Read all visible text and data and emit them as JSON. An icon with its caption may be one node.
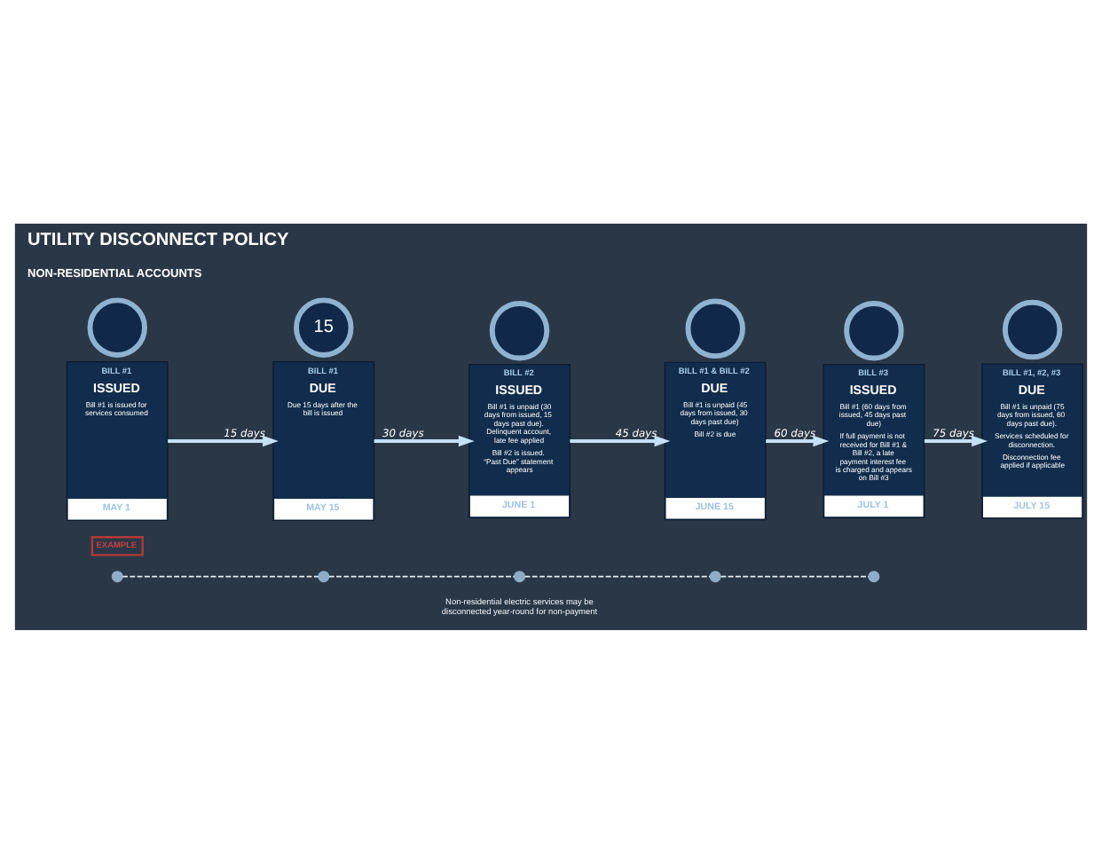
{
  "diagram": {
    "title": "UTILITY DISCONNECT POLICY",
    "nodes": [
      {
        "text": [],
        "shape": "circle"
      },
      {
        "text": [
          "BILL #1",
          "ISSUED",
          "Bill #1 is issued for services consumed",
          "MAY 1"
        ]
      },
      {
        "text": [
          "15"
        ]
      },
      {
        "text": [
          "BILL #1",
          "DUE",
          "Due 15 days after the bill is issued",
          "MAY 15"
        ]
      },
      {
        "text": [],
        "shape": "circle"
      },
      {
        "text": [
          "BILL #2",
          "ISSUED",
          "Bill #1 is unpaid (30 days from issued, 15 days past due). Delinquent account, late fee applied",
          "Bill #2 is issued. “Past Due” statement appears",
          "JUNE 1"
        ]
      },
      {
        "text": [],
        "shape": "circle"
      },
      {
        "text": [
          "BILL #1 & BILL #2",
          "DUE",
          "Bill #1 is unpaid (45 days from issued, 30 days past due)",
          "Bill #2 is due",
          "JUNE 15"
        ]
      },
      {
        "text": [],
        "shape": "circle"
      },
      {
        "text": [
          "BILL #3",
          "ISSUED",
          "Bill #1 (60 days from issued, 45 days past due)",
          "If full payment is not received for Bill #1 & Bill #2, a late payment interest fee is charged and appears on Bill #3",
          "JULY 1"
        ]
      },
      {
        "text": [],
        "shape": "circle"
      },
      {
        "text": [
          "BILL #1, #2, #3",
          "DUE",
          "Bill #1 is unpaid (75 days from issued, 60 days past due).",
          "Services scheduled for disconnection.",
          "Disconnection fee applied if applicable",
          "JULY 15"
        ]
      },
      {
        "text": [],
        "shape": "circle"
      },
      {
        "text": [],
        "shape": "circle"
      },
      {
        "text": [],
        "shape": "circle"
      },
      {
        "text": [],
        "shape": "circle"
      },
      {
        "text": [],
        "shape": "circle"
      }
    ],
    "edges": [
      {
        "from": 1,
        "to": 3,
        "label": "15 days",
        "arrow": "to"
      },
      {
        "from": 3,
        "to": 5,
        "label": "30 days",
        "arrow": "to"
      },
      {
        "from": 5,
        "to": 7,
        "label": "45 days",
        "arrow": "to"
      },
      {
        "from": 7,
        "to": 9,
        "label": "60 days",
        "arrow": "to"
      },
      {
        "from": 9,
        "to": 11,
        "label": "75 days",
        "arrow": "to"
      },
      {
        "from": 12,
        "to": 13,
        "arrow": "none",
        "style": "dashed",
        "color": "#e6edf3"
      },
      {
        "from": 13,
        "to": 14,
        "arrow": "none",
        "style": "dashed",
        "color": "#e6edf3"
      },
      {
        "from": 14,
        "to": 15,
        "arrow": "none",
        "style": "dashed",
        "color": "#e6edf3"
      },
      {
        "from": 15,
        "to": 16,
        "arrow": "none",
        "style": "dashed",
        "color": "#e6edf3"
      }
    ],
    "labels": [
      "NON-RESIDENTIAL ACCOUNTS",
      "EXAMPLE",
      "Non-residential electric services may be disconnected year-round for non-payment"
    ]
  }
}
